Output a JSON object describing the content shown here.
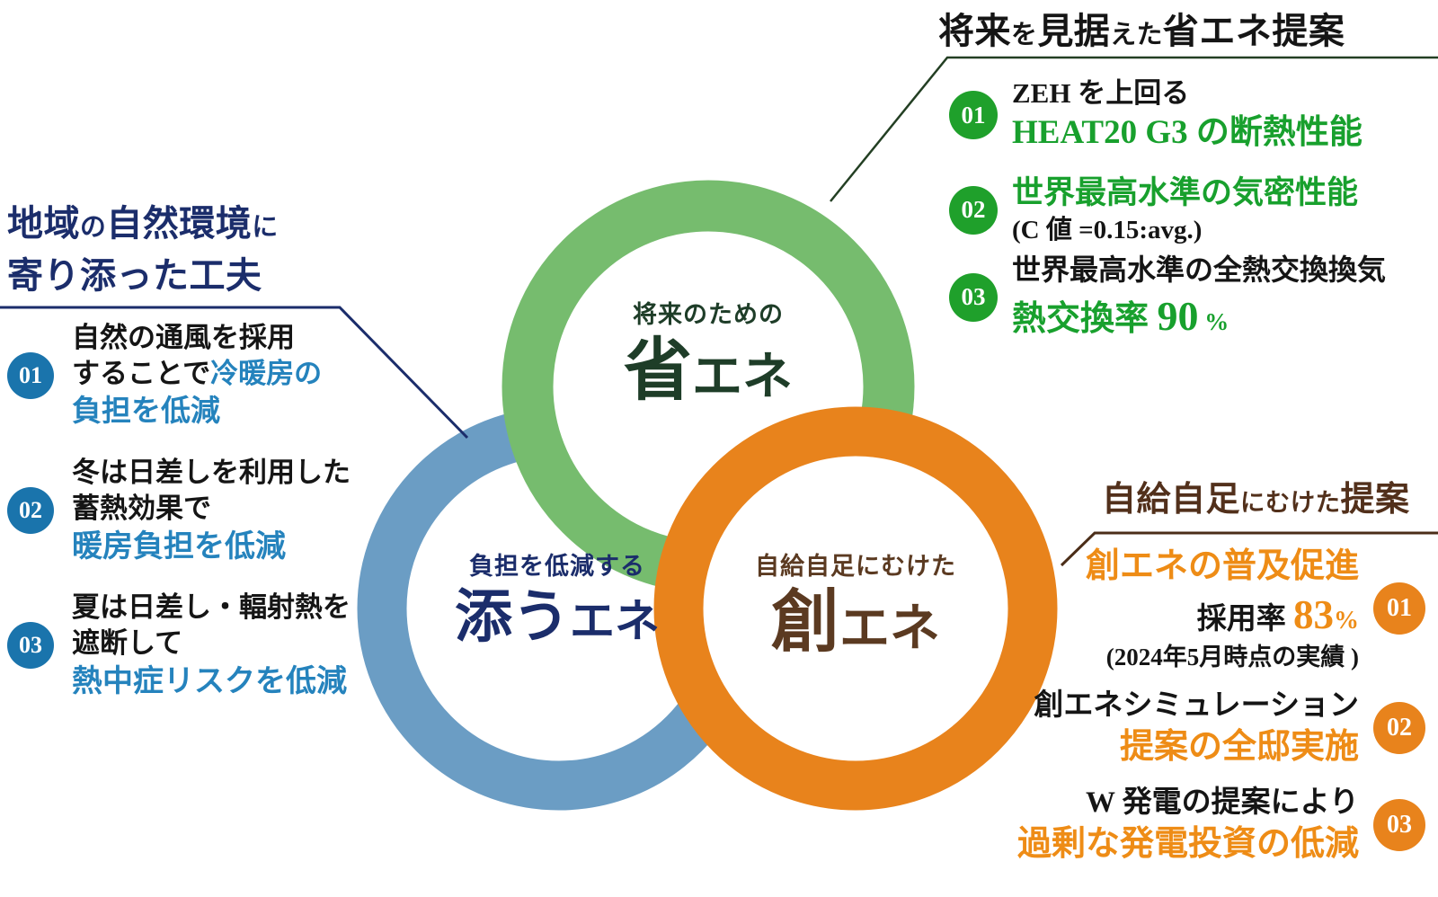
{
  "colors": {
    "green_ring": "#76BC6E",
    "green_badge": "#1FA02B",
    "green_text": "#18A02D",
    "green_dark": "#1E3D28",
    "green_line": "#233F23",
    "blue_ring": "#6B9DC4",
    "blue_badge": "#1A74AC",
    "blue_text": "#2583BD",
    "navy": "#1B2D6B",
    "orange_ring": "#E8831C",
    "orange_badge": "#E8831C",
    "orange_text": "#EE8C16",
    "brown_dark": "#52301B",
    "brown_main": "#5B3A21",
    "brown_line": "#4B2D18",
    "black": "#151515",
    "white": "#FFFFFF"
  },
  "venn": {
    "green": {
      "sub_label": "将来のための",
      "main_first": "省",
      "main_rest": "エネ"
    },
    "blue": {
      "sub_label": "負担を低減する",
      "main_first": "添う",
      "main_rest": "エネ"
    },
    "orange": {
      "sub_label": "自給自足にむけた",
      "main_first": "創",
      "main_rest": "エネ"
    }
  },
  "sections": {
    "green": {
      "title": [
        {
          "t": "将来",
          "sz": "lg"
        },
        {
          "t": "を",
          "sz": "sm"
        },
        {
          "t": "見据",
          "sz": "lg"
        },
        {
          "t": "えた",
          "sz": "sm"
        },
        {
          "t": "省エネ提案",
          "sz": "lg"
        }
      ],
      "items": [
        {
          "num": "01",
          "lines": [
            {
              "fs": 31,
              "segs": [
                {
                  "t": "ZEH を上回る",
                  "c": "black"
                }
              ]
            },
            {
              "fs": 37,
              "segs": [
                {
                  "t": "HEAT20 G3 の断熱性能",
                  "c": "green_text"
                }
              ]
            }
          ]
        },
        {
          "num": "02",
          "lines": [
            {
              "fs": 35,
              "segs": [
                {
                  "t": "世界最高水準の気密性能",
                  "c": "green_text"
                }
              ]
            },
            {
              "fs": 29,
              "segs": [
                {
                  "t": "(C 値 =0.15:avg.)",
                  "c": "black"
                }
              ]
            }
          ]
        },
        {
          "num": "03",
          "lines": [
            {
              "fs": 32,
              "segs": [
                {
                  "t": "世界最高水準の全熱交換換気",
                  "c": "black"
                }
              ]
            },
            {
              "fs": 38,
              "segs": [
                {
                  "t": "熱交換率 ",
                  "c": "green_text"
                },
                {
                  "t": "90",
                  "c": "green_text",
                  "fs": 46
                },
                {
                  "t": " %",
                  "c": "green_text",
                  "fs": 27
                }
              ]
            }
          ]
        }
      ]
    },
    "blue": {
      "title_line1": [
        {
          "t": "地域",
          "sz": "lg"
        },
        {
          "t": "の",
          "sz": "sm"
        },
        {
          "t": "自然環境",
          "sz": "lg"
        },
        {
          "t": "に",
          "sz": "sm"
        }
      ],
      "title_line2": [
        {
          "t": "寄り添った工夫",
          "sz": "lg"
        }
      ],
      "items": [
        {
          "num": "01",
          "lines": [
            {
              "fs": 31,
              "segs": [
                {
                  "t": "自然の通風を採用",
                  "c": "black"
                }
              ]
            },
            {
              "fs": 31,
              "segs": [
                {
                  "t": "することで",
                  "c": "black"
                },
                {
                  "t": "冷暖房の",
                  "c": "blue_text"
                }
              ]
            },
            {
              "fs": 33,
              "segs": [
                {
                  "t": "負担を低減",
                  "c": "blue_text"
                }
              ]
            }
          ]
        },
        {
          "num": "02",
          "lines": [
            {
              "fs": 31,
              "segs": [
                {
                  "t": "冬は日差しを利用した",
                  "c": "black"
                }
              ]
            },
            {
              "fs": 31,
              "segs": [
                {
                  "t": "蓄熱効果で",
                  "c": "black"
                }
              ]
            },
            {
              "fs": 34,
              "segs": [
                {
                  "t": "暖房負担を低減",
                  "c": "blue_text"
                }
              ]
            }
          ]
        },
        {
          "num": "03",
          "lines": [
            {
              "fs": 31,
              "segs": [
                {
                  "t": "夏は日差し・輻射熱を",
                  "c": "black"
                }
              ]
            },
            {
              "fs": 31,
              "segs": [
                {
                  "t": "遮断して",
                  "c": "black"
                }
              ]
            },
            {
              "fs": 34,
              "segs": [
                {
                  "t": "熱中症リスクを低減",
                  "c": "blue_text"
                }
              ]
            }
          ]
        }
      ]
    },
    "orange": {
      "title": [
        {
          "t": "自給自足",
          "sz": "lg"
        },
        {
          "t": "にむけた",
          "sz": "sm"
        },
        {
          "t": "提案",
          "sz": "lg"
        }
      ],
      "items": [
        {
          "num": "01",
          "lines": [
            {
              "fs": 38,
              "segs": [
                {
                  "t": "創エネの普及促進",
                  "c": "orange_text"
                }
              ]
            },
            {
              "fs": 33,
              "segs": [
                {
                  "t": "採用率 ",
                  "c": "black"
                },
                {
                  "t": "83",
                  "c": "orange_text",
                  "fs": 45
                },
                {
                  "t": "%",
                  "c": "orange_text",
                  "fs": 28
                }
              ]
            },
            {
              "fs": 27,
              "segs": [
                {
                  "t": "(2024年5月時点の実績 )",
                  "c": "black"
                }
              ]
            }
          ]
        },
        {
          "num": "02",
          "lines": [
            {
              "fs": 33,
              "segs": [
                {
                  "t": "創エネシミュレーション",
                  "c": "black"
                }
              ]
            },
            {
              "fs": 38,
              "segs": [
                {
                  "t": "提案の全邸実施",
                  "c": "orange_text"
                }
              ]
            }
          ]
        },
        {
          "num": "03",
          "lines": [
            {
              "fs": 33,
              "segs": [
                {
                  "t": "W 発電の提案により",
                  "c": "black"
                }
              ]
            },
            {
              "fs": 38,
              "segs": [
                {
                  "t": "過剰な発電投資の低減",
                  "c": "orange_text"
                }
              ]
            }
          ]
        }
      ]
    }
  }
}
